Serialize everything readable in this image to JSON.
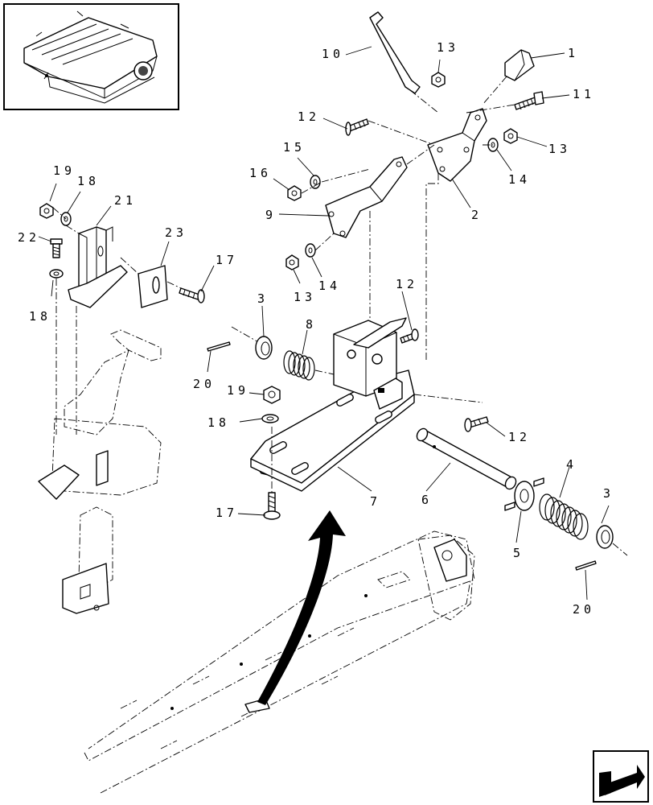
{
  "callouts": [
    {
      "id": "c1",
      "text": "1"
    },
    {
      "id": "c2",
      "text": "2"
    },
    {
      "id": "c3a",
      "text": "3"
    },
    {
      "id": "c3b",
      "text": "3"
    },
    {
      "id": "c4",
      "text": "4"
    },
    {
      "id": "c5",
      "text": "5"
    },
    {
      "id": "c6",
      "text": "6"
    },
    {
      "id": "c7",
      "text": "7"
    },
    {
      "id": "c8",
      "text": "8"
    },
    {
      "id": "c9",
      "text": "9"
    },
    {
      "id": "c10",
      "text": "10"
    },
    {
      "id": "c11",
      "text": "11"
    },
    {
      "id": "c12a",
      "text": "12"
    },
    {
      "id": "c12b",
      "text": "12"
    },
    {
      "id": "c12c",
      "text": "12"
    },
    {
      "id": "c13a",
      "text": "13"
    },
    {
      "id": "c13b",
      "text": "13"
    },
    {
      "id": "c13c",
      "text": "13"
    },
    {
      "id": "c14a",
      "text": "14"
    },
    {
      "id": "c14b",
      "text": "14"
    },
    {
      "id": "c15",
      "text": "15"
    },
    {
      "id": "c16",
      "text": "16"
    },
    {
      "id": "c17a",
      "text": "17"
    },
    {
      "id": "c17b",
      "text": "17"
    },
    {
      "id": "c18a",
      "text": "18"
    },
    {
      "id": "c18b",
      "text": "18"
    },
    {
      "id": "c18c",
      "text": "18"
    },
    {
      "id": "c19a",
      "text": "19"
    },
    {
      "id": "c19b",
      "text": "19"
    },
    {
      "id": "c20a",
      "text": "20"
    },
    {
      "id": "c20b",
      "text": "20"
    },
    {
      "id": "c21",
      "text": "21"
    },
    {
      "id": "c22",
      "text": "22"
    },
    {
      "id": "c23",
      "text": "23"
    }
  ],
  "icons": {
    "thumbnail": "machine-overview-thumbnail",
    "nav": "next-page-arrow-icon"
  }
}
